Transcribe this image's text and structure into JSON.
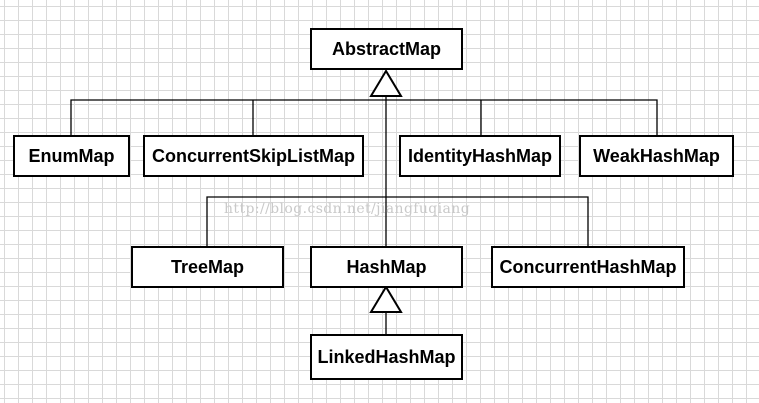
{
  "diagram": {
    "nodes": {
      "abstract_map": "AbstractMap",
      "enum_map": "EnumMap",
      "concurrent_skip_list_map": "ConcurrentSkipListMap",
      "identity_hash_map": "IdentityHashMap",
      "weak_hash_map": "WeakHashMap",
      "tree_map": "TreeMap",
      "hash_map": "HashMap",
      "concurrent_hash_map": "ConcurrentHashMap",
      "linked_hash_map": "LinkedHashMap"
    },
    "edges": [
      {
        "from": "enum_map",
        "to": "abstract_map",
        "type": "inheritance"
      },
      {
        "from": "concurrent_skip_list_map",
        "to": "abstract_map",
        "type": "inheritance"
      },
      {
        "from": "identity_hash_map",
        "to": "abstract_map",
        "type": "inheritance"
      },
      {
        "from": "weak_hash_map",
        "to": "abstract_map",
        "type": "inheritance"
      },
      {
        "from": "tree_map",
        "to": "abstract_map",
        "type": "inheritance"
      },
      {
        "from": "hash_map",
        "to": "abstract_map",
        "type": "inheritance"
      },
      {
        "from": "concurrent_hash_map",
        "to": "abstract_map",
        "type": "inheritance"
      },
      {
        "from": "linked_hash_map",
        "to": "hash_map",
        "type": "inheritance"
      }
    ],
    "watermark": "http://blog.csdn.net/jiangfuqiang"
  }
}
